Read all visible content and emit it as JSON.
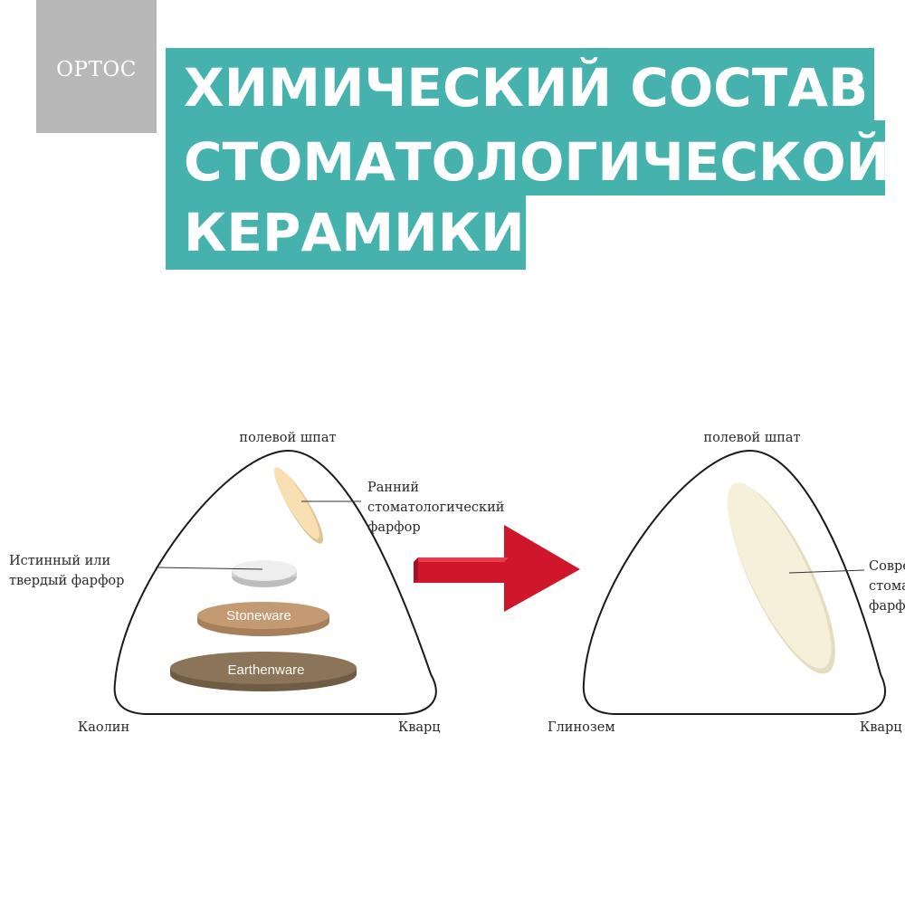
{
  "logo": {
    "text": "ОРТОС"
  },
  "title": {
    "line1": "ХИМИЧЕСКИЙ СОСТАВ",
    "line2": "СТОМАТОЛОГИЧЕСКОЙ",
    "line3": "КЕРАМИКИ"
  },
  "left_diagram": {
    "top_vertex": "полевой шпат",
    "bottom_left_vertex": "Каолин",
    "bottom_right_vertex": "Кварц",
    "early_porcelain": [
      "Ранний",
      "стоматологический",
      "фарфор"
    ],
    "true_porcelain": [
      "Истинный или",
      "твердый фарфор"
    ],
    "stoneware": "Stoneware",
    "earthenware": "Earthenware"
  },
  "right_diagram": {
    "top_vertex": "полевой шпат",
    "bottom_left_vertex": "Глинозем",
    "bottom_right_vertex": "Кварц",
    "modern_porcelain": [
      "Совре",
      "стома",
      "фарф"
    ]
  },
  "colors": {
    "teal": "#45b2ae",
    "logo_gray": "#b8b8b8",
    "arrow_red": "#d0162a",
    "stoneware": "#c49a72",
    "earthenware": "#8b7457",
    "early_porcelain": "#f5ddb0",
    "modern_porcelain": "#f6efd9"
  }
}
